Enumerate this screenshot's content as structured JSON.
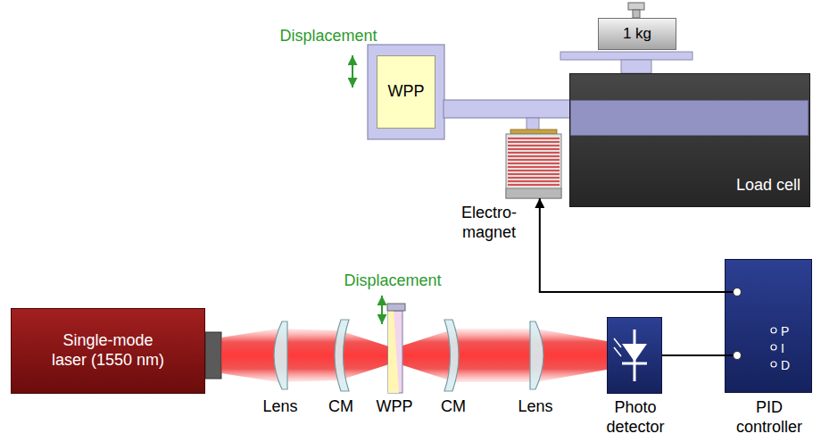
{
  "diagram": {
    "nodes": [
      {
        "text": [
          "1 kg"
        ]
      },
      {
        "text": [
          "WPP"
        ]
      },
      {
        "text": [
          "Load cell"
        ]
      },
      {
        "text": [
          "Electro- magnet"
        ]
      },
      {
        "text": [
          "Single-mode laser (1550 nm)"
        ]
      },
      {
        "text": [
          "Photo detector"
        ]
      },
      {
        "text": [
          "P",
          "I",
          "D",
          "PID controller"
        ]
      }
    ],
    "edges": [
      {
        "from": 5,
        "to": 6,
        "arrow": "none"
      },
      {
        "from": 6,
        "to": 3,
        "arrow": "to"
      }
    ],
    "labels": [
      "Displacement",
      "Displacement",
      "Lens",
      "CM",
      "WPP",
      "CM",
      "Lens"
    ]
  }
}
